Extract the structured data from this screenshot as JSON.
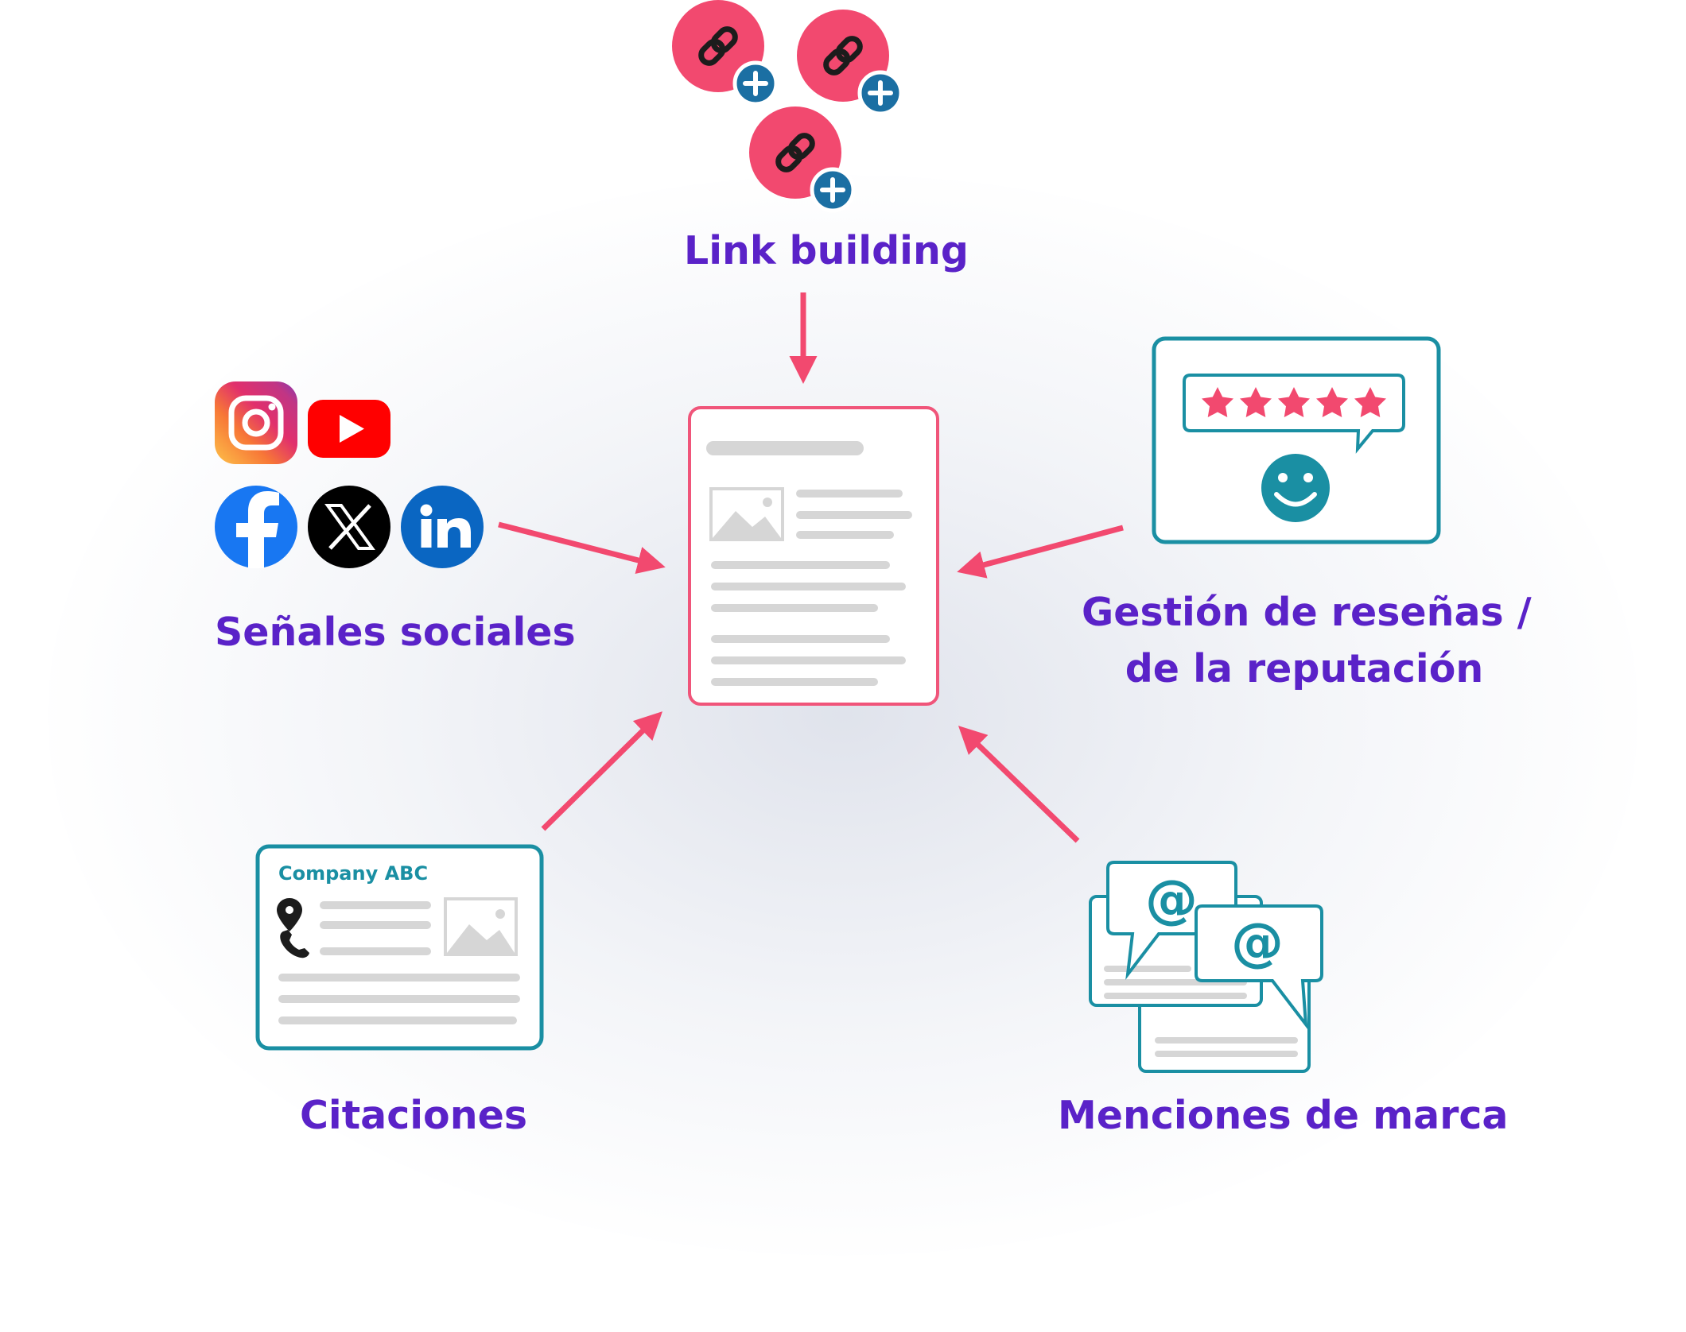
{
  "center": {
    "name": "web-page"
  },
  "nodes": {
    "link_building": {
      "label": "Link building",
      "icons": [
        "link-icon",
        "link-icon",
        "link-icon"
      ]
    },
    "social_signals": {
      "label": "Señales sociales",
      "icons": [
        "instagram-icon",
        "youtube-icon",
        "facebook-icon",
        "x-icon",
        "linkedin-icon"
      ]
    },
    "reviews": {
      "label_line1": "Gestión de reseñas /",
      "label_line2": "de la reputación",
      "stars": 5,
      "icon": "smiley-icon"
    },
    "citations": {
      "label": "Citaciones",
      "company": "Company ABC",
      "icons": [
        "location-pin-icon",
        "phone-icon"
      ]
    },
    "mentions": {
      "label": "Menciones de marca",
      "icon_text": "@"
    }
  },
  "colors": {
    "accent_pink": "#f2496f",
    "label_purple": "#5a22c8",
    "teal": "#1a8fa3",
    "link_plus_blue": "#1b6fa3",
    "placeholder_gray": "#d6d6d6"
  }
}
